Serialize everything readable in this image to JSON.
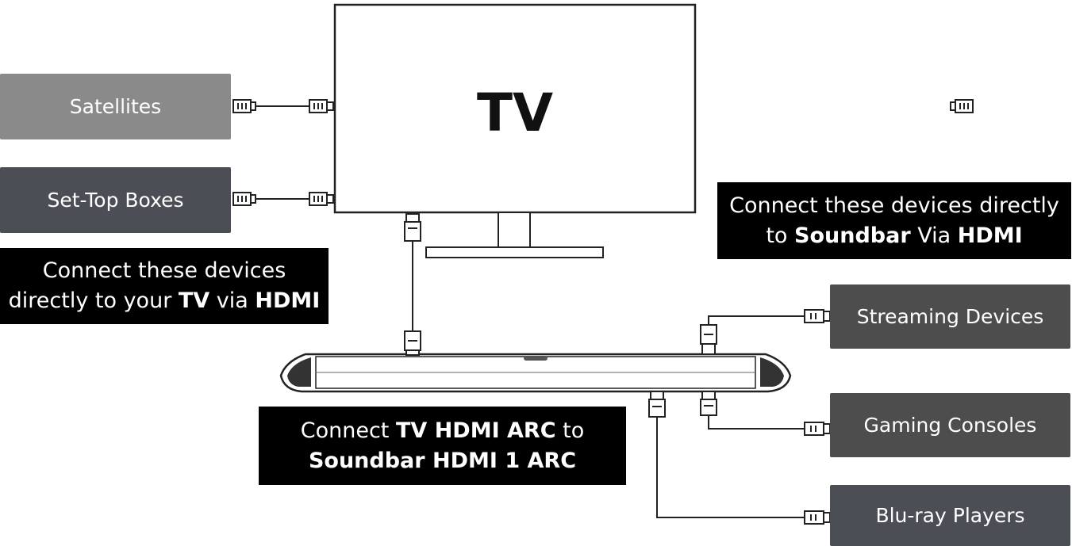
{
  "tv": {
    "label": "TV"
  },
  "devices": {
    "satellites": "Satellites",
    "set_top_boxes": "Set-Top Boxes",
    "streaming_devices": "Streaming Devices",
    "gaming_consoles": "Gaming Consoles",
    "bluray_players": "Blu-ray Players"
  },
  "notes": {
    "tv_direct": {
      "line1": "Connect these devices",
      "line2_prefix": "directly to your ",
      "line2_b1": "TV",
      "line2_mid": " via ",
      "line2_b2": "HDMI"
    },
    "soundbar_direct": {
      "line1": "Connect these devices directly",
      "line2_prefix": "to ",
      "line2_b1": "Soundbar",
      "line2_mid": " Via ",
      "line2_b2": "HDMI"
    },
    "arc": {
      "line1_prefix": "Connect ",
      "line1_b": "TV HDMI ARC",
      "line1_suffix": " to",
      "line2_b": "Soundbar HDMI 1 ARC"
    }
  },
  "colors": {
    "satellites": "#8a8a8a",
    "set_top_boxes": "#4b4f55",
    "streaming_devices": "#4d4d4d",
    "gaming_consoles": "#4d4d4d",
    "bluray_players": "#4b4f55",
    "note_bg": "#000000"
  }
}
